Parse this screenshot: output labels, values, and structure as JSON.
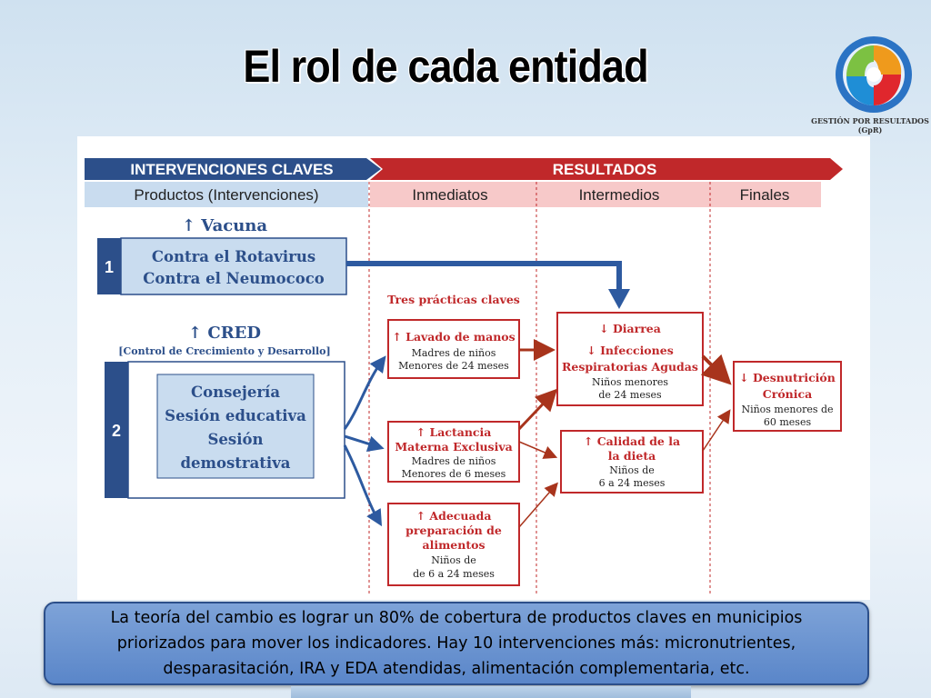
{
  "title": "El rol de cada entidad",
  "logo": {
    "caption_line1": "GESTIÓN POR RESULTADOS",
    "caption_line2": "(GpR)"
  },
  "header": {
    "interventions_banner": "INTERVENCIONES CLAVES",
    "results_banner": "RESULTADOS",
    "products_label": "Productos (Intervenciones)",
    "immediate_label": "Inmediatos",
    "intermediate_label": "Intermedios",
    "final_label": "Finales"
  },
  "block1": {
    "number": "1",
    "heading": "↑ Vacuna",
    "line1": "Contra el Rotavirus",
    "line2": "Contra el Neumococo"
  },
  "block2": {
    "number": "2",
    "heading": "↑ CRED",
    "subheading": "[Control de Crecimiento y Desarrollo]",
    "line1": "Consejería",
    "line2": "Sesión educativa",
    "line3": "Sesión",
    "line4": "demostrativa"
  },
  "practices_label": "Tres prácticas claves",
  "immediate": [
    {
      "title1": "↑ Lavado de manos",
      "title2": "",
      "title3": "",
      "desc1": "Madres de niños",
      "desc2": "Menores de 24 meses"
    },
    {
      "title1": "↑ Lactancia",
      "title2": "Materna Exclusiva",
      "title3": "",
      "desc1": "Madres de niños",
      "desc2": "Menores de 6 meses"
    },
    {
      "title1": "↑ Adecuada",
      "title2": "preparación de",
      "title3": "alimentos",
      "desc1": "Niños de",
      "desc2": "de 6 a 24 meses"
    }
  ],
  "intermediate": [
    {
      "title1": "↓ Diarrea",
      "title2": "↓ Infecciones",
      "title3": "Respiratorias Agudas",
      "desc1": "Niños menores",
      "desc2": "de 24 meses"
    },
    {
      "title1": "↑ Calidad de la",
      "title2": "la dieta",
      "title3": "",
      "desc1": "Niños de",
      "desc2": "6 a 24 meses"
    }
  ],
  "final": {
    "title1": "↓ Desnutrición",
    "title2": "Crónica",
    "desc1": "Niños menores de",
    "desc2": "60 meses"
  },
  "note": "La teoría del cambio es lograr un 80% de cobertura de productos claves en municipios priorizados para mover los indicadores.  Hay 10 intervenciones más: micronutrientes, desparasitación, IRA y EDA atendidas, alimentación complementaria, etc.",
  "colors": {
    "navy": "#2c4f8a",
    "red": "#c0282a",
    "pink": "#f7c9c9",
    "lightblue": "#c9dcef",
    "arrow_red": "#a8341c",
    "arrow_blue": "#2d5aa0"
  }
}
